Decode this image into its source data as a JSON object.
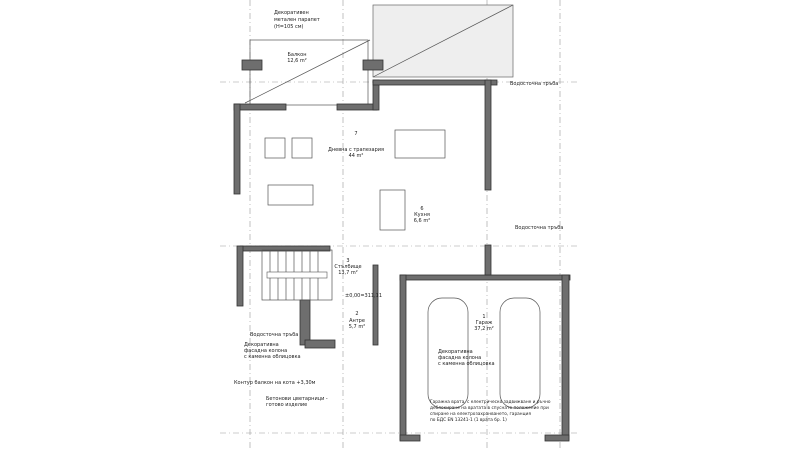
{
  "plan": {
    "annotations": {
      "parapet": [
        "Декоративен",
        "метален парапет",
        "(Н=105 см)"
      ],
      "downpipe_top": "Водосточна тръба",
      "downpipe_right": "Водосточна тръба",
      "downpipe_left": "Водосточна тръба",
      "column_left": [
        "Декоративна",
        "фасадна колона",
        "с каменна облицовка"
      ],
      "column_mid": [
        "Декоративна",
        "фасадна колона",
        "с каменна облицовка"
      ],
      "balcony_outline": "Контур балкон на кота +3,30м",
      "planters": [
        "Бетонови цветарници -",
        "готово изделие"
      ],
      "garage_door": [
        "Гаражна врата, с електрическо задвижване и ръчно",
        "деблокиране на вратата в спуснато положение при",
        "спиране на електрозахранването, гаранция",
        "по БДС EN 13241-1 (1 врата бр. 1)"
      ],
      "level_marker": "±0,00=311,11"
    },
    "rooms": [
      {
        "number": "",
        "name": "Балкон",
        "area": "12,6 m²"
      },
      {
        "number": "7",
        "name": "Дневна с трапезария",
        "area": "44 m²"
      },
      {
        "number": "6",
        "name": "Кухня",
        "area": "6,6 m²"
      },
      {
        "number": "3",
        "name": "Стълбище",
        "area": "13,7 m²"
      },
      {
        "number": "2",
        "name": "Антре",
        "area": "5,7 m²"
      },
      {
        "number": "1",
        "name": "Гараж",
        "area": "37,2 m²"
      }
    ],
    "colors": {
      "wall": "#6e6e6e",
      "line": "#555555",
      "background": "#ffffff"
    }
  }
}
